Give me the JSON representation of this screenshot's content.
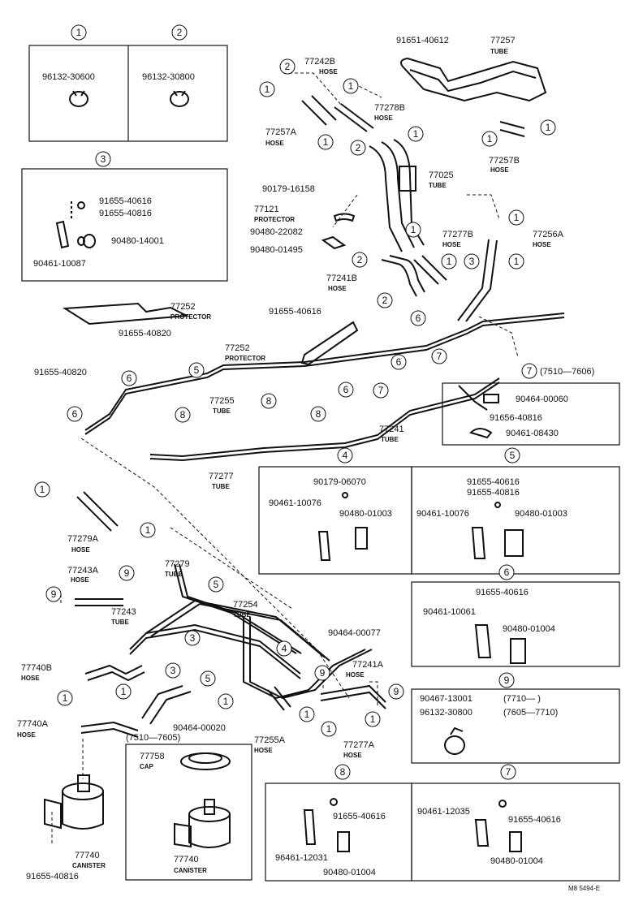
{
  "callouts": {
    "c1": "1",
    "c2": "2",
    "c3": "3",
    "c4": "4",
    "c5": "5",
    "c6": "6",
    "c7": "7",
    "c8": "8",
    "c9": "9"
  },
  "box1": {
    "part": "96132-30600"
  },
  "box2": {
    "part": "96132-30800"
  },
  "box3": {
    "p1": "91655-40616",
    "p2": "91655-40816",
    "p3": "90480-14001",
    "p4": "90461-10087"
  },
  "box4": {
    "p1": "90179-06070",
    "p2": "90461-10076",
    "p3": "90480-01003"
  },
  "box5": {
    "p1": "91655-40616",
    "p2": "91655-40816",
    "p3": "90461-10076",
    "p4": "90480-01003"
  },
  "box6": {
    "p1": "91655-40616",
    "p2": "90461-10061",
    "p3": "90480-01004"
  },
  "box9": {
    "p1": "90467-13001",
    "r1": "(7710—        )",
    "p2": "96132-30800",
    "r2": "(7605—7710)"
  },
  "box8": {
    "p1": "91655-40616",
    "p2": "96461-12031",
    "p3": "90480-01004"
  },
  "box7": {
    "p1": "90461-12035",
    "p2": "91655-40616",
    "p3": "90480-01004"
  },
  "box7510": {
    "range": "(7510—7606)",
    "p1": "90464-00060",
    "p2": "91656-40816",
    "p3": "90461-08430"
  },
  "box7605": {
    "range": "(7510—7605)",
    "p1": "77758",
    "t1": "CAP",
    "p2": "77740",
    "t2": "CANISTER"
  },
  "parts": {
    "p91651": "91651-40612",
    "p77257": "77257",
    "t77257": "TUBE",
    "p77242B": "77242B",
    "t77242B": "HOSE",
    "p77278B": "77278B",
    "t77278B": "HOSE",
    "p77257A": "77257A",
    "t77257A": "HOSE",
    "p77257B": "77257B",
    "t77257B": "HOSE",
    "p90179": "90179-16158",
    "p77025": "77025",
    "t77025": "TUBE",
    "p77121": "77121",
    "t77121": "PROTECTOR",
    "p90480a": "90480-22082",
    "p90480b": "90480-01495",
    "p77277B": "77277B",
    "t77277B": "HOSE",
    "p77256A": "77256A",
    "t77256A": "HOSE",
    "p77241B": "77241B",
    "t77241B": "HOSE",
    "p77252a": "77252",
    "t77252a": "PROTECTOR",
    "p91655a": "91655-40820",
    "p91655b": "91655-40820",
    "p91655c": "91655-40616",
    "p77252b": "77252",
    "t77252b": "PROTECTOR",
    "p77255": "77255",
    "t77255": "TUBE",
    "p77241": "77241",
    "t77241": "TUBE",
    "p77277": "77277",
    "t77277": "TUBE",
    "p77279A": "77279A",
    "t77279A": "HOSE",
    "p77243A": "77243A",
    "t77243A": "HOSE",
    "p77279": "77279",
    "t77279": "TUBE",
    "p77243": "77243",
    "t77243": "TUBE",
    "p77254": "77254",
    "t77254": "TUBE",
    "p90464a": "90464-00077",
    "p77241A": "77241A",
    "t77241A": "HOSE",
    "p77740B": "77740B",
    "t77740B": "HOSE",
    "p90464b": "90464-00020",
    "p77255A": "77255A",
    "t77255A": "HOSE",
    "p77277A": "77277A",
    "t77277A": "HOSE",
    "p77740A": "77740A",
    "t77740A": "HOSE",
    "p77740": "77740",
    "t77740": "CANISTER",
    "p91655d": "91655-40816"
  },
  "footer": {
    "code": "M8 5494-E"
  }
}
